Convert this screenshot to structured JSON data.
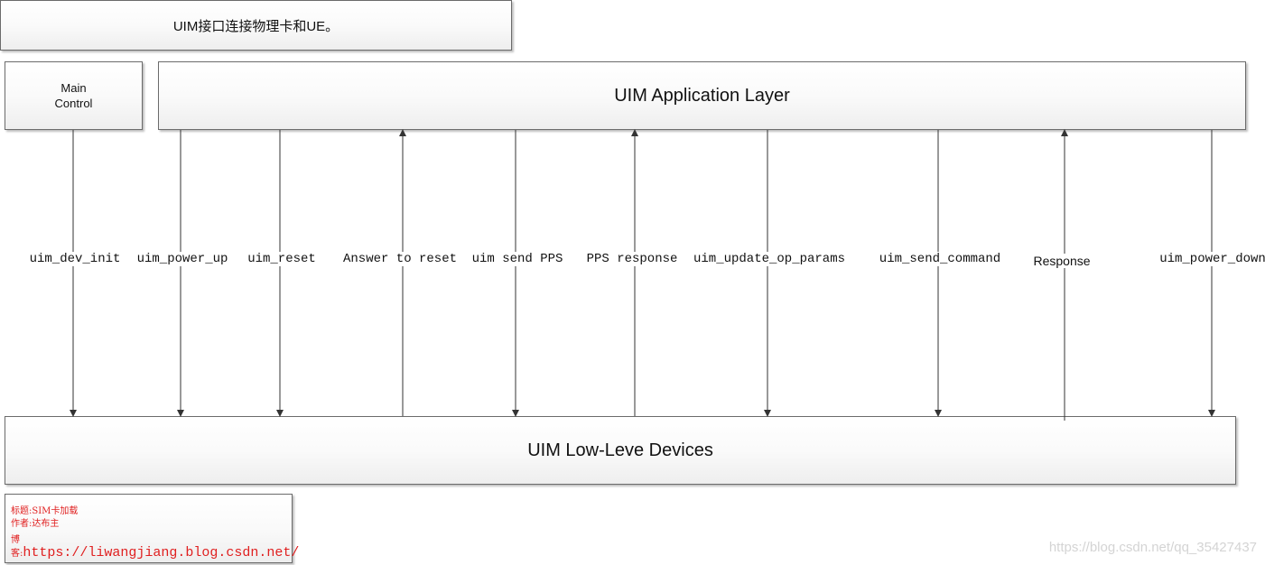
{
  "title": "UIM接口连接物理卡和UE。",
  "boxes": {
    "main_control": "Main\nControl",
    "application_layer": "UIM Application Layer",
    "low_level_devices": "UIM Low-Leve Devices"
  },
  "interfaces": [
    {
      "label": "uim_dev_init",
      "direction": "down"
    },
    {
      "label": "uim_power_up",
      "direction": "down"
    },
    {
      "label": "uim_reset",
      "direction": "down"
    },
    {
      "label": "Answer to reset",
      "direction": "up"
    },
    {
      "label": "uim send PPS",
      "direction": "down"
    },
    {
      "label": "PPS response",
      "direction": "up"
    },
    {
      "label": "uim_update_op_params",
      "direction": "down"
    },
    {
      "label": "uim_send_command",
      "direction": "down"
    },
    {
      "label": "Response",
      "direction": "up"
    },
    {
      "label": "uim_power_down",
      "direction": "down"
    }
  ],
  "info": {
    "title_line": "标题:SIM卡加载",
    "author_line": "作者:达布主",
    "blog_prefix": "博客:",
    "blog_url": "https://liwangjiang.blog.csdn.net/"
  },
  "watermark": "https://blog.csdn.net/qq_35427437",
  "colors": {
    "line": "#333333",
    "info_text": "#e02020"
  }
}
